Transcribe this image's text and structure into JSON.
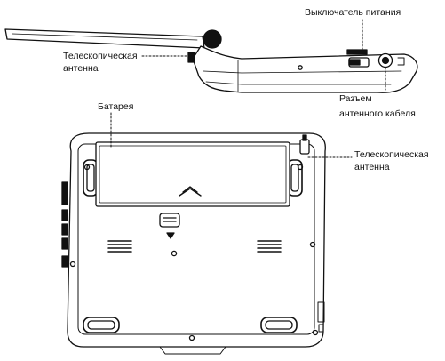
{
  "labels": {
    "power_switch": "Выключатель питания",
    "antenna_side_line1": "Телескопическая",
    "antenna_side_line2": "антенна",
    "cable_connector_line1": "Разъем",
    "cable_connector_line2": "антенного кабеля",
    "battery": "Батарея",
    "antenna_bottom_line1": "Телескопическая",
    "antenna_bottom_line2": "антенна"
  }
}
